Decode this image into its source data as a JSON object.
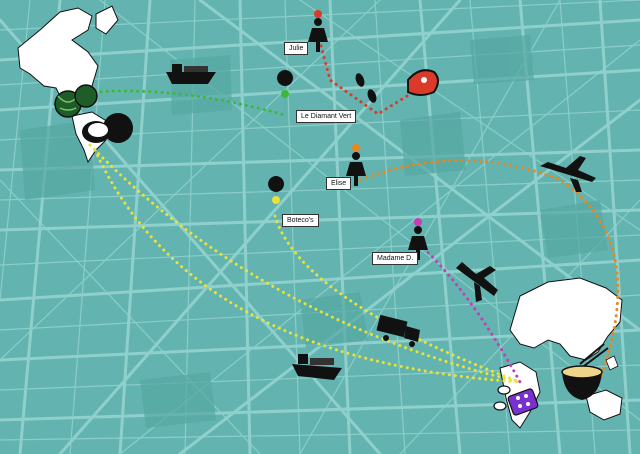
{
  "labels": {
    "julie": "Julie",
    "diamant": "Le Diamant Vert",
    "elise": "Elise",
    "boteco": "Boteco's",
    "madame": "Madame D."
  },
  "colors": {
    "water": "#63b4b0",
    "street": "#8fd0cc",
    "block": "#4f9d99",
    "land": "#ffffff",
    "route_green": "#3db93a",
    "route_yellow": "#e8e23a",
    "route_orange": "#e8871e",
    "route_red": "#d93a2a",
    "route_magenta": "#c43fb3"
  },
  "icons": [
    "pin-icon",
    "woman-icon",
    "ship-icon",
    "plane-icon",
    "truck-icon",
    "footprints-icon",
    "steak-icon",
    "watermelon-icon",
    "coconut-icon",
    "noodle-bowl-icon",
    "pills-icon"
  ]
}
